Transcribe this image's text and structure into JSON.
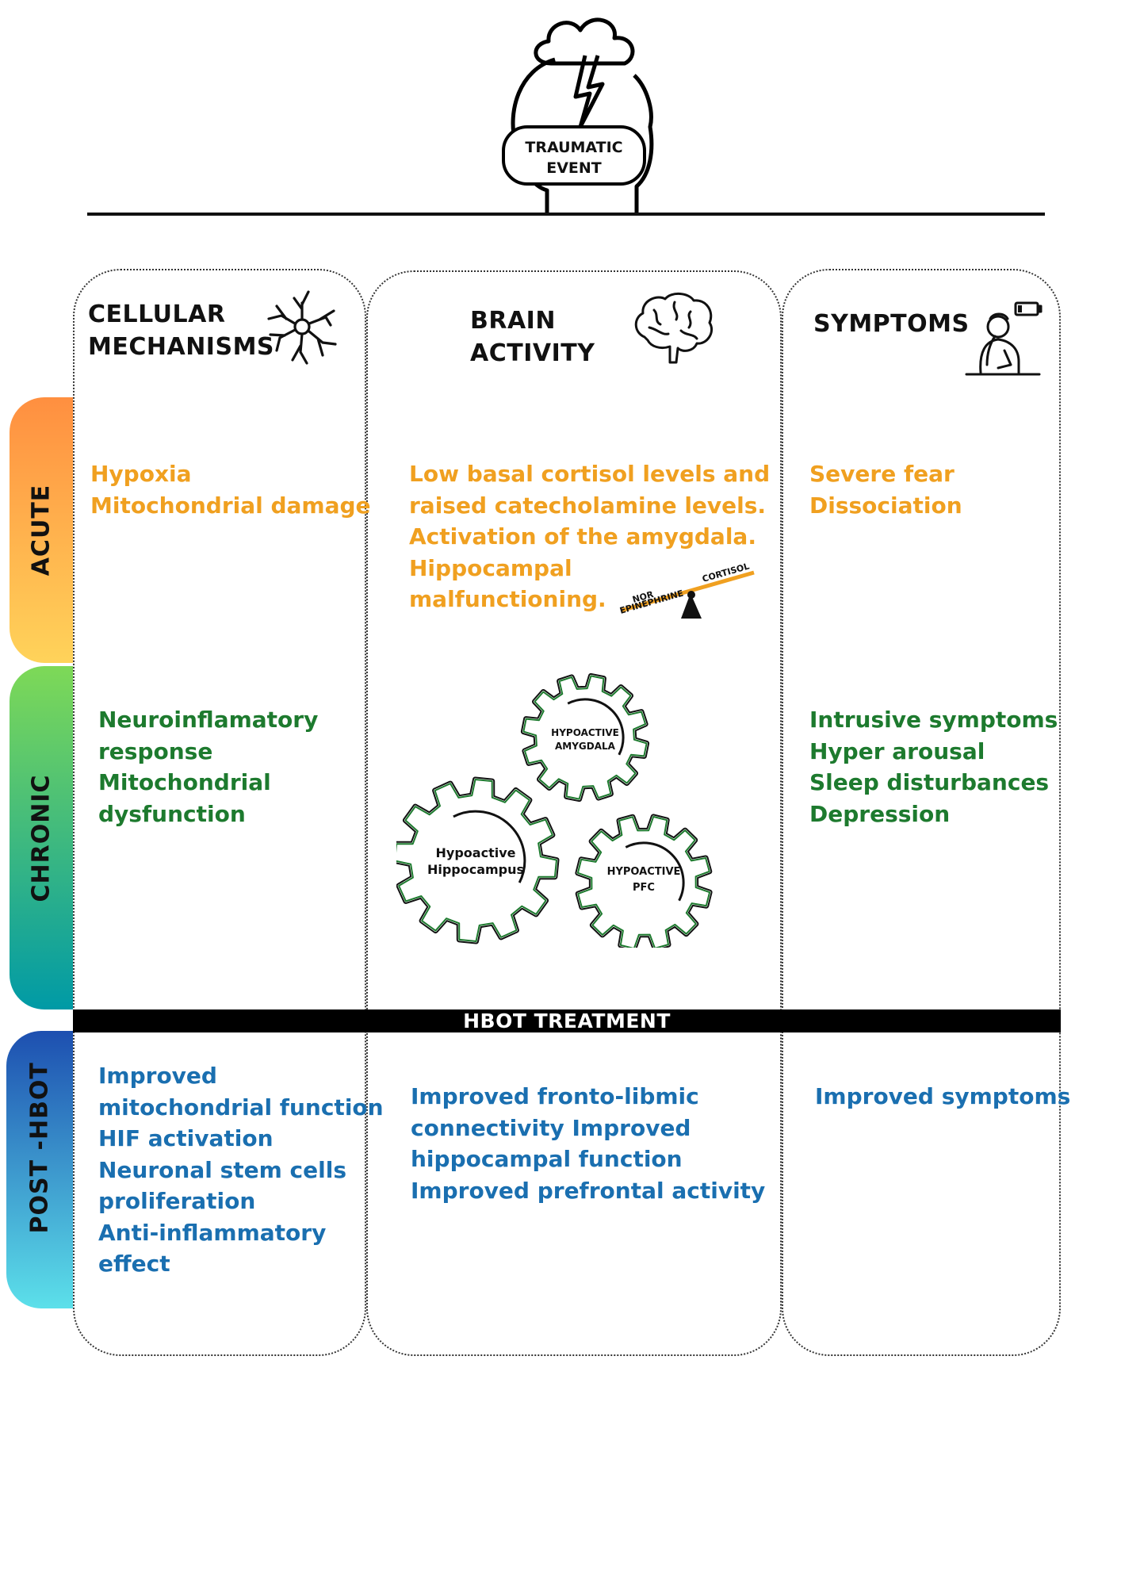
{
  "header": {
    "event_line1": "TRAUMATIC",
    "event_line2": "EVENT"
  },
  "columns": {
    "cellular": {
      "line1": "CELLULAR",
      "line2": "MECHANISMS",
      "icon": "neuron-icon"
    },
    "brain": {
      "line1": "BRAIN",
      "line2": "ACTIVITY",
      "icon": "brain-icon"
    },
    "symptoms": {
      "line1": "SYMPTOMS",
      "icon": "tired-person-icon"
    }
  },
  "phases": {
    "acute": "ACUTE",
    "chronic": "CHRONIC",
    "post": "POST -HBOT"
  },
  "acute": {
    "cellular": [
      "Hypoxia",
      "Mitochondrial damage"
    ],
    "brain": [
      "Low basal cortisol levels and",
      "raised catecholamine levels.",
      "Activation of the amygdala.",
      "Hippocampal",
      "malfunctioning."
    ],
    "symptoms": [
      "Severe fear",
      "Dissociation"
    ],
    "scale": {
      "left_line1": "NOR",
      "left_line2": "EPINEPHRINE",
      "right": "CORTISOL"
    }
  },
  "chronic": {
    "cellular": [
      "Neuroinflamatory",
      "response",
      "Mitochondrial",
      "dysfunction"
    ],
    "symptoms": [
      "Intrusive symptoms",
      "Hyper arousal",
      "Sleep disturbances",
      "Depression"
    ],
    "gears": {
      "amygdala_line1": "HYPOACTIVE",
      "amygdala_line2": "AMYGDALA",
      "hippocampus_line1": "Hypoactive",
      "hippocampus_line2": "Hippocampus",
      "pfc_line1": "HYPOACTIVE",
      "pfc_line2": "PFC"
    }
  },
  "divider": {
    "label": "HBOT TREATMENT"
  },
  "post": {
    "cellular": [
      "Improved",
      "mitochondrial function",
      "HIF activation",
      "Neuronal stem cells",
      "proliferation",
      "Anti-inflammatory",
      "effect"
    ],
    "brain": [
      "Improved fronto-libmic",
      "connectivity Improved",
      "hippocampal function",
      "Improved prefrontal activity"
    ],
    "symptoms": [
      "Improved symptoms"
    ]
  },
  "colors": {
    "acute": "#f0a020",
    "chronic": "#1d7a2e",
    "post": "#1a6fb0",
    "tab_acute": [
      "#ff8f40",
      "#ffd35a"
    ],
    "tab_chronic": [
      "#7ed957",
      "#009aa6"
    ],
    "tab_post": [
      "#1d4fb0",
      "#5ce0ea"
    ]
  }
}
